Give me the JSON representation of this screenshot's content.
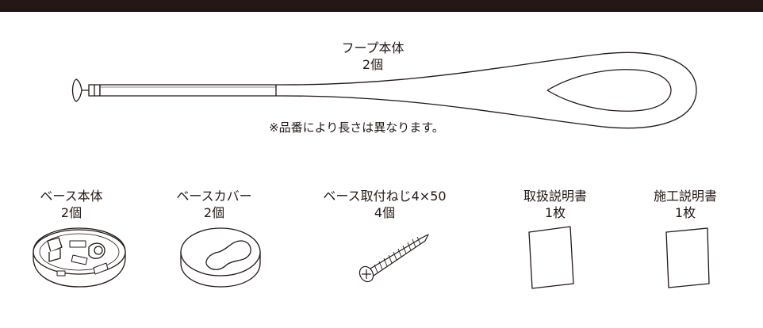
{
  "hoop": {
    "name": "フープ本体",
    "qty": "2個",
    "note": "※品番により長さは異なります。"
  },
  "parts": [
    {
      "name": "ベース本体",
      "qty": "2個"
    },
    {
      "name": "ベースカバー",
      "qty": "2個"
    },
    {
      "name": "ベース取付ねじ4×50",
      "qty": "4個"
    },
    {
      "name": "取扱説明書",
      "qty": "1枚"
    },
    {
      "name": "施工説明書",
      "qty": "1枚"
    }
  ],
  "colors": {
    "line": "#231815",
    "fill": "#ffffff",
    "bar": "#231815"
  },
  "icons": [
    "hoop-illustration",
    "base-body-illustration",
    "base-cover-illustration",
    "screw-illustration",
    "manual-sheet-icon",
    "install-guide-sheet-icon"
  ]
}
